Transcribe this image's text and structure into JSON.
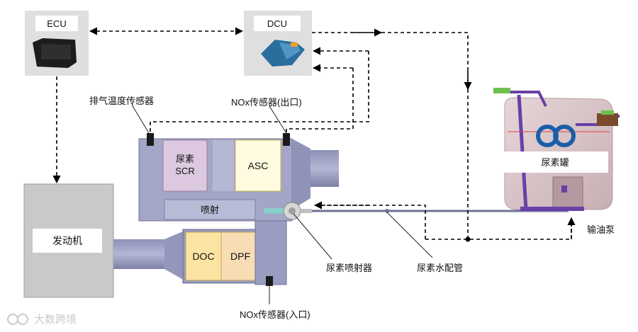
{
  "nodes": {
    "ecu": "ECU",
    "dcu": "DCU",
    "engine": "发动机",
    "scr_line1": "尿素",
    "scr_line2": "SCR",
    "asc": "ASC",
    "injection": "喷射",
    "doc": "DOC",
    "dpf": "DPF",
    "tank": "尿素罐"
  },
  "labels": {
    "exhaust_temp_sensor": "排气温度传感器",
    "nox_outlet": "NOx传感器(出口)",
    "nox_inlet": "NOx传感器(入口)",
    "urea_injector": "尿素喷射器",
    "urea_pipe": "尿素水配管",
    "fuel_pump": "输油泵"
  },
  "watermark": "大数跨境",
  "colors": {
    "pipe_body": "#a3a6c6",
    "pipe_dark": "#6e7197",
    "scr_fill": "#dcc9df",
    "asc_fill": "#fffbe0",
    "doc_fill": "#fbe4a3",
    "dpf_fill": "#f8dcb4",
    "engine_fill": "#c9c9c9",
    "tank_fill": "#d9c5c8",
    "tank_accent": "#6a3fa8"
  }
}
